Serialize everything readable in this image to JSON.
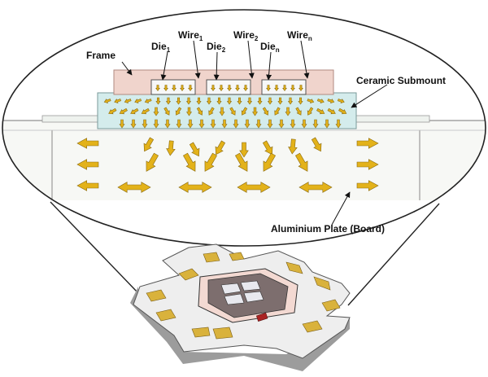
{
  "labels": {
    "frame": "Frame",
    "die1": "Die",
    "die1_sub": "1",
    "die2": "Die",
    "die2_sub": "2",
    "dien": "Die",
    "dien_sub": "n",
    "wire1": "Wire",
    "wire1_sub": "1",
    "wire2": "Wire",
    "wire2_sub": "2",
    "wiren": "Wire",
    "wiren_sub": "n",
    "ceramic_submount": "Ceramic Submount",
    "aluminium_plate": "Aluminium Plate (Board)"
  },
  "colors": {
    "arrow_fill": "#e3b21a",
    "arrow_stroke": "#8a6a10",
    "plate_fill": "#f7f8f5",
    "submount_fill": "#d4ecec",
    "frame_fill": "#f0d4cc",
    "board_gold": "#d9b23c",
    "board_body": "#eeeeee"
  }
}
